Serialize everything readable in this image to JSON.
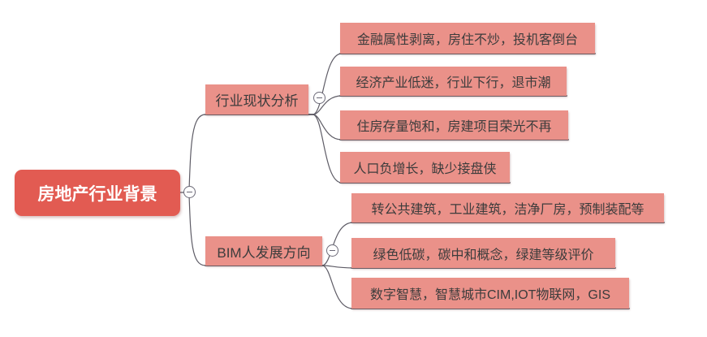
{
  "colors": {
    "background": "#FFFFFF",
    "root_fill": "#E25B52",
    "root_text": "#FFFFFF",
    "node_fill": "#EA9189",
    "node_text": "#3C3C3C",
    "connector_line": "#5E5C66"
  },
  "icons": {
    "collapse": "minus-icon"
  },
  "mindmap": {
    "root": {
      "label": "房地产行业背景"
    },
    "branches": [
      {
        "label": "行业现状分析",
        "children": [
          "金融属性剥离，房住不炒，投机客倒台",
          "经济产业低迷，行业下行，退市潮",
          "住房存量饱和，房建项目荣光不再",
          "人口负增长，缺少接盘侠"
        ]
      },
      {
        "label": "BIM人发展方向",
        "children": [
          "转公共建筑，工业建筑，洁净厂房，预制装配等",
          "绿色低碳，碳中和概念，绿建等级评价",
          "数字智慧，智慧城市CIM,IOT物联网，GIS"
        ]
      }
    ]
  }
}
